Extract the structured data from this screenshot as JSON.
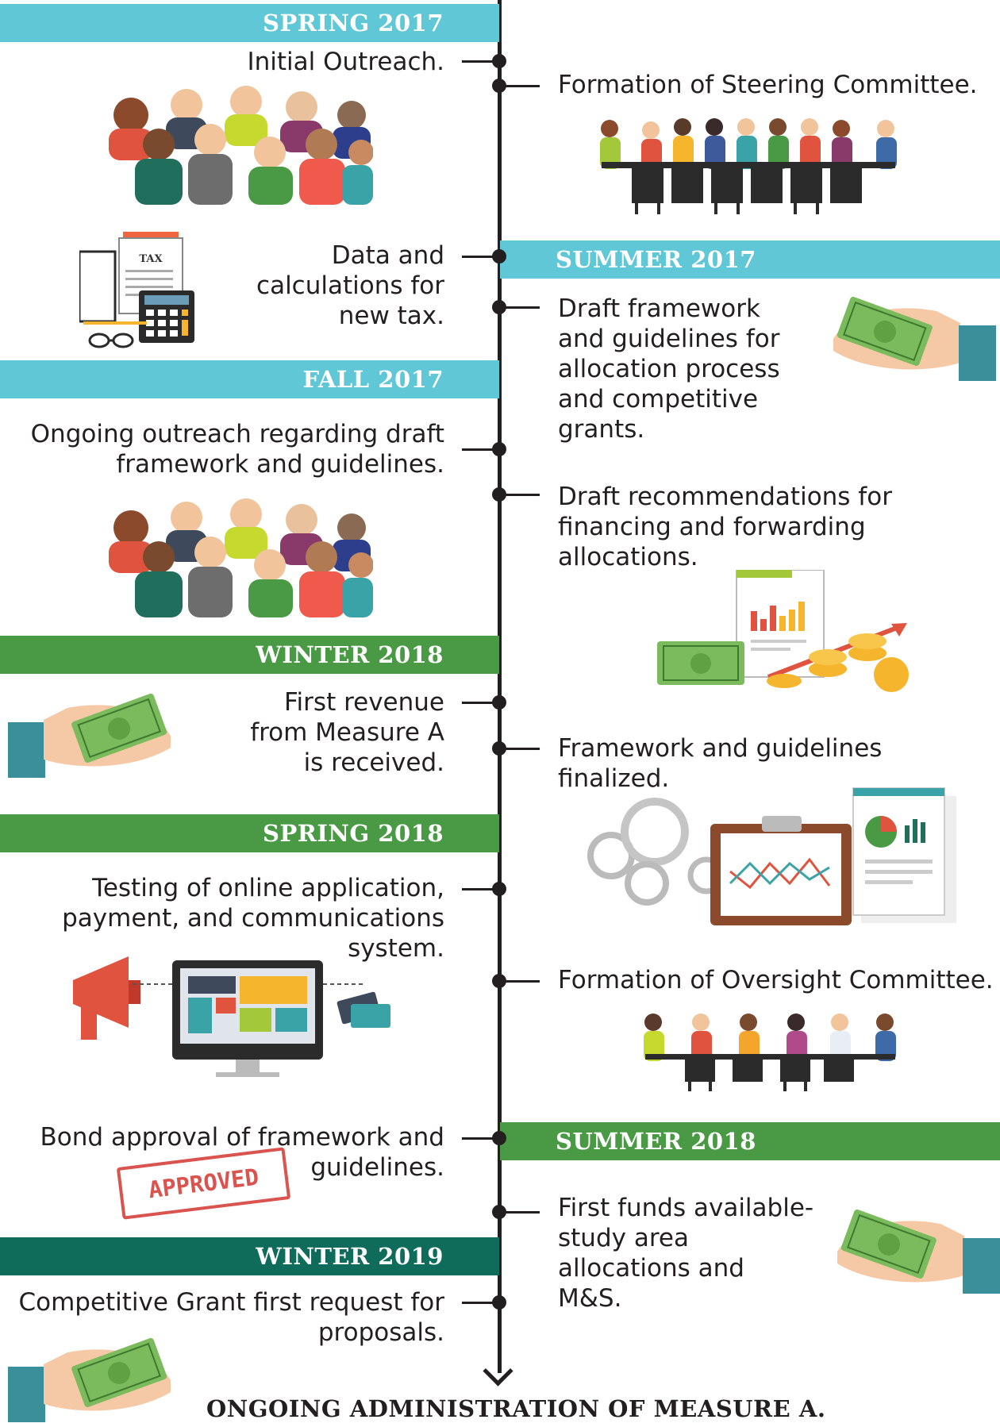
{
  "colors": {
    "spring_2017": "#5fc7d6",
    "summer_2017": "#5fc7d6",
    "fall_2017": "#5fc7d6",
    "winter_2018": "#4a9a45",
    "spring_2018": "#4a9a45",
    "summer_2018": "#4a9a45",
    "winter_2019": "#0f6b5a",
    "axis": "#231f20"
  },
  "periods": {
    "spring_2017": "SPRING 2017",
    "summer_2017": "SUMMER 2017",
    "fall_2017": "FALL 2017",
    "winter_2018": "WINTER 2018",
    "spring_2018": "SPRING 2018",
    "summer_2018": "SUMMER 2018",
    "winter_2019": "WINTER 2019"
  },
  "events": {
    "initial_outreach": "Initial Outreach.",
    "steering_committee": "Formation of Steering Committee.",
    "data_calc_1": "Data and",
    "data_calc_2": "calculations for",
    "data_calc_3": "new tax.",
    "draft_framework_1": "Draft framework",
    "draft_framework_2": "and guidelines for",
    "draft_framework_3": "allocation process",
    "draft_framework_4": "and competitive",
    "draft_framework_5": "grants.",
    "ongoing_outreach_1": "Ongoing outreach regarding draft",
    "ongoing_outreach_2": "framework and guidelines.",
    "draft_recs_1": "Draft recommendations for",
    "draft_recs_2": "financing and forwarding",
    "draft_recs_3": "allocations.",
    "first_revenue_1": "First revenue",
    "first_revenue_2": "from Measure A",
    "first_revenue_3": "is received.",
    "framework_finalized": "Framework and guidelines finalized.",
    "testing_1": "Testing of online application,",
    "testing_2": "payment, and communications",
    "testing_3": "system.",
    "oversight_committee": "Formation of Oversight Committee.",
    "bond_approval_1": "Bond approval of framework and",
    "bond_approval_2": "guidelines.",
    "first_funds_1": "First funds available-",
    "first_funds_2": "study area",
    "first_funds_3": "allocations and",
    "first_funds_4": "M&S.",
    "competitive_grant_1": "Competitive Grant first request for",
    "competitive_grant_2": "proposals."
  },
  "illustrations": {
    "tax_label": "TAX",
    "approved_stamp": "APPROVED"
  },
  "footer": "ONGOING ADMINISTRATION OF MEASURE A."
}
